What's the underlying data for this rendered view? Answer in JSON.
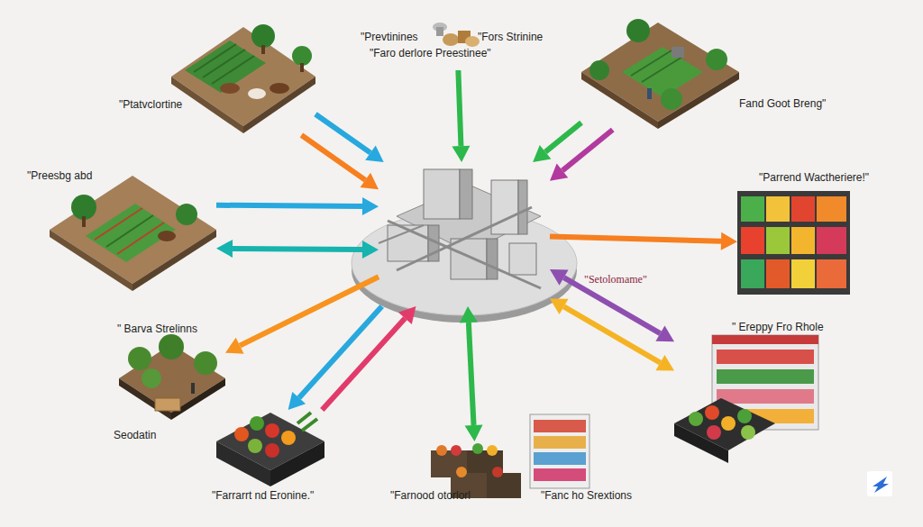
{
  "diagram": {
    "nodes": [
      {
        "text": [
          "\"Setolomame\""
        ]
      },
      {
        "text": [
          "\"Prevtinines",
          "\"Fors Strinine",
          "\"Faro derlore Preestinee\""
        ]
      },
      {
        "text": [
          "\"Ptatvclortine"
        ]
      },
      {
        "text": [
          "Fand Goot Breng\""
        ]
      },
      {
        "text": [
          "\"Preesbg abd"
        ]
      },
      {
        "text": [
          "\"Parrend Wactheriere!\""
        ]
      },
      {
        "text": [
          "\" Barva Strelinns",
          "Seodatin"
        ]
      },
      {
        "text": [
          "\"Farrarrt nd Eronine.\""
        ]
      },
      {
        "text": [
          "\"Farnood otorlorl"
        ]
      },
      {
        "text": [
          "\"Fanc ho Srextions"
        ]
      },
      {
        "text": [
          "\" Ereppy Fro Rhole"
        ]
      }
    ],
    "edges": [
      {
        "from": 1,
        "to": 0,
        "arrow": "to"
      },
      {
        "from": 2,
        "to": 0,
        "arrow": "to"
      },
      {
        "from": 2,
        "to": 0,
        "arrow": "to"
      },
      {
        "from": 3,
        "to": 0,
        "arrow": "to"
      },
      {
        "from": 3,
        "to": 0,
        "arrow": "to"
      },
      {
        "from": 4,
        "to": 0,
        "arrow": "to"
      },
      {
        "from": 4,
        "to": 0,
        "arrow": "both"
      },
      {
        "from": 0,
        "to": 5,
        "arrow": "to"
      },
      {
        "from": 0,
        "to": 6,
        "arrow": "to"
      },
      {
        "from": 0,
        "to": 7,
        "arrow": "to"
      },
      {
        "from": 7,
        "to": 0,
        "arrow": "to"
      },
      {
        "from": 0,
        "to": 8,
        "arrow": "both"
      },
      {
        "from": 0,
        "to": 10,
        "arrow": "both"
      },
      {
        "from": 0,
        "to": 10,
        "arrow": "both"
      }
    ]
  }
}
